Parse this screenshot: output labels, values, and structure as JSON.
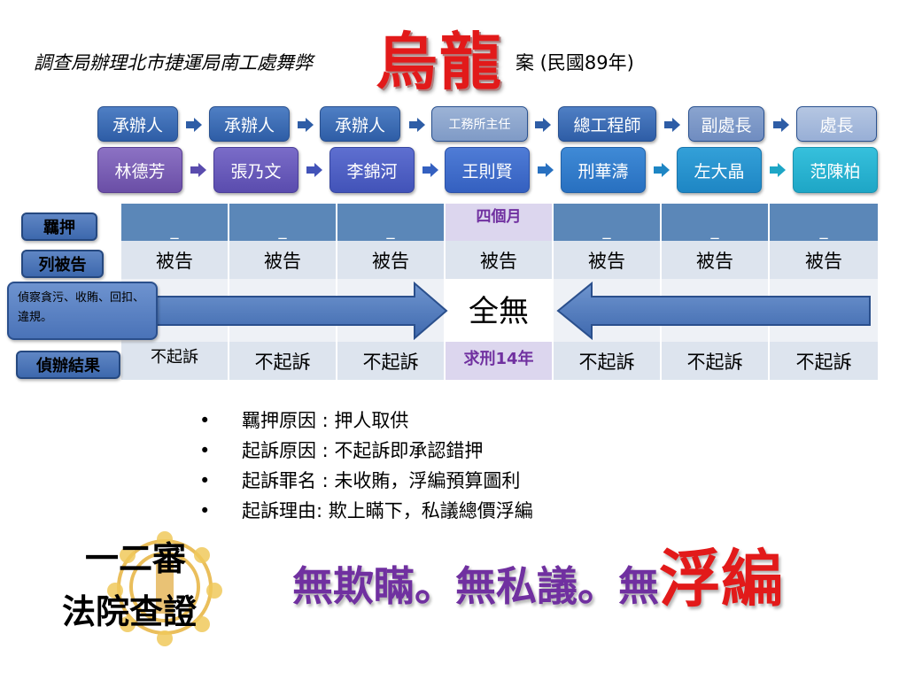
{
  "title": {
    "main": "調查局辦理北市捷運局南工處舞弊",
    "big": "烏龍",
    "tail": "案 (民國89年)"
  },
  "chain": {
    "roles": [
      "承辦人",
      "承辦人",
      "承辦人",
      "工務所主任",
      "總工程師",
      "副處長",
      "處長"
    ],
    "people": [
      "林德芳",
      "張乃文",
      "李錦河",
      "王則賢",
      "刑華濤",
      "左大晶",
      "范陳柏"
    ]
  },
  "table": {
    "row_labels": {
      "detention": "羈押",
      "indicted": "列被告",
      "result": "偵辦結果"
    },
    "detention": [
      "_",
      "_",
      "_",
      "四個月",
      "_",
      "_",
      "_"
    ],
    "indicted": [
      "被告",
      "被告",
      "被告",
      "被告",
      "被告",
      "被告",
      "被告"
    ],
    "investigation_note": "偵察貪污、收賄、回扣、違規。",
    "investigation_center": "全無",
    "result": [
      "不起訴",
      "不起訴",
      "不起訴",
      "求刑14年",
      "不起訴",
      "不起訴",
      "不起訴"
    ]
  },
  "bullets": [
    "羈押原因 : 押人取供",
    "起訴原因 : 不起訴即承認錯押",
    "起訴罪名 : 未收賄，浮編預算圖利",
    "起訴理由:  欺上瞞下，私議總價浮編"
  ],
  "court": {
    "line1": "一二審",
    "line2": "法院查證"
  },
  "slogan": {
    "part1": "無欺瞞。無私議。無",
    "part2": "浮編"
  },
  "colors": {
    "title_red": "#e21a1a",
    "highlight_purple": "#7030a0",
    "header_blue": "#5b87b8"
  }
}
